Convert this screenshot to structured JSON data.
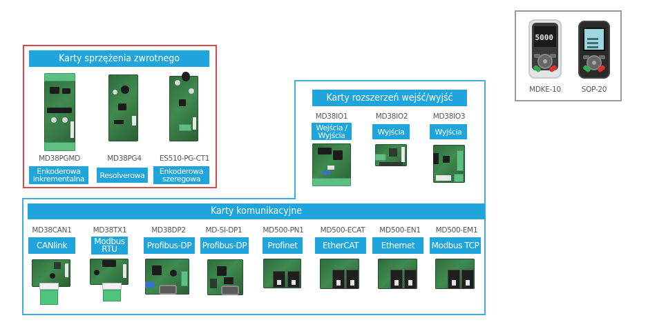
{
  "feedback_cards": {
    "title": "Karty sprzężenia zwrotnego",
    "items": [
      {
        "model": "MD38PGMD",
        "type": "Enkoderowa inkrementalna",
        "type_line1": "Enkoderowa",
        "type_line2": "inkrementalna"
      },
      {
        "model": "MD38PG4",
        "type": "Resolverowa"
      },
      {
        "model": "ES510-PG-CT1",
        "type": "Enkoderowa szeregowa",
        "type_line1": "Enkoderowa",
        "type_line2": "szeregowa"
      }
    ]
  },
  "io_cards": {
    "title": "Karty rozszerzeń wejść/wyjść",
    "items": [
      {
        "model": "MD38IO1",
        "type": "Wejścia / Wyjścia",
        "type_line1": "Wejścia /",
        "type_line2": "Wyjścia"
      },
      {
        "model": "MD38IO2",
        "type": "Wyjścia"
      },
      {
        "model": "MD38IO3",
        "type": "Wyjścia"
      }
    ]
  },
  "comm_cards": {
    "title": "Karty komunikacyjne",
    "items": [
      {
        "model": "MD38CAN1",
        "type": "CANlink"
      },
      {
        "model": "MD38TX1",
        "type": "Modbus RTU",
        "type_line1": "Modbus",
        "type_line2": "RTU"
      },
      {
        "model": "MD38DP2",
        "type": "Profibus-DP"
      },
      {
        "model": "MD-SI-DP1",
        "type": "Profibus-DP"
      },
      {
        "model": "MD500-PN1",
        "type": "Profinet"
      },
      {
        "model": "MD500-ECAT",
        "type": "EtherCAT"
      },
      {
        "model": "MD500-EN1",
        "type": "Ethernet"
      },
      {
        "model": "MD500-EM1",
        "type": "Modbus TCP"
      }
    ]
  },
  "keypads": {
    "items": [
      {
        "model": "MDKE-10",
        "display": "5000"
      },
      {
        "model": "SOP-20"
      }
    ]
  },
  "colors": {
    "banner_blue": "#1fa5dc",
    "feedback_frame_red": "#e0474a",
    "expansion_frame_blue": "#3aaee0",
    "keypad_frame_gray": "#9a9a9a"
  }
}
